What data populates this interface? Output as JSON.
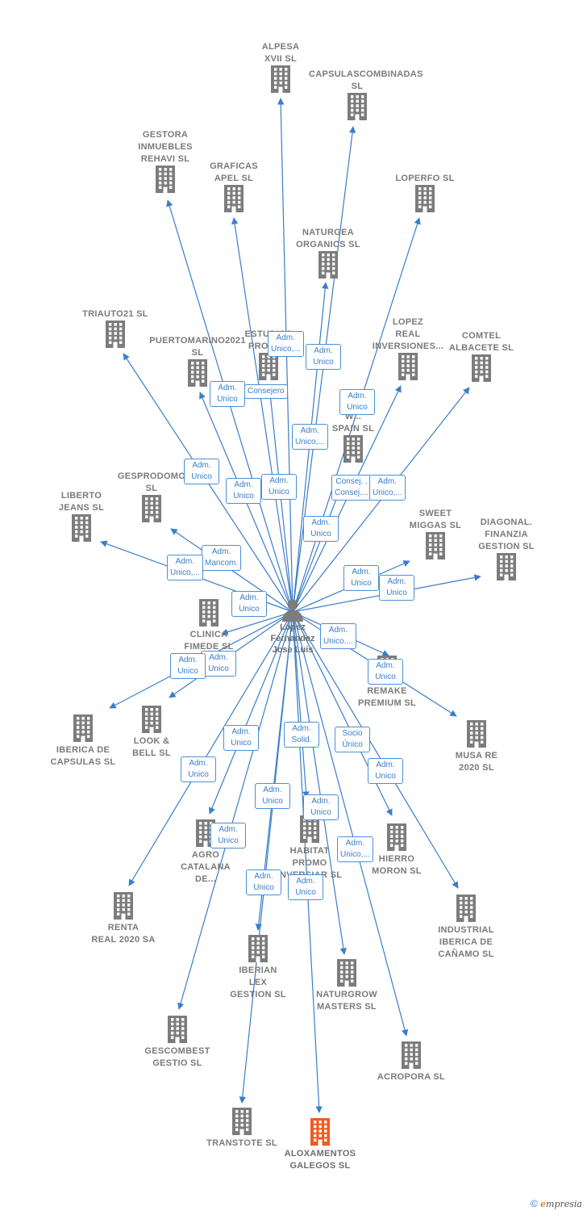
{
  "colors": {
    "edge": "#3a7dc9",
    "building": "#7c7c7c",
    "focus_building": "#f05a22",
    "person": "#7c7c7c"
  },
  "center_person": {
    "name": "Lopez\nFernandez\nJose Luis",
    "icon": "person-icon"
  },
  "companies": [
    {
      "id": "alpesa",
      "name": "ALPESA\nXVII  SL"
    },
    {
      "id": "capsulascombinadas",
      "name": "CAPSULASCOMBINADAS\nSL"
    },
    {
      "id": "gestora",
      "name": "GESTORA\nINMUEBLES\nREHAVI  SL"
    },
    {
      "id": "graficas",
      "name": "GRAFICAS\nAPEL SL"
    },
    {
      "id": "loperfo",
      "name": "LOPERFO  SL"
    },
    {
      "id": "naturgea",
      "name": "NATURGEA\nORGANICS  SL"
    },
    {
      "id": "triauto21",
      "name": "TRIAUTO21  SL"
    },
    {
      "id": "estudios",
      "name": "ESTUDIOS\nPROYE..."
    },
    {
      "id": "puertomarino",
      "name": "PUERTOMARINO2021\nSL"
    },
    {
      "id": "lopezreal",
      "name": "LOPEZ\nREAL\nINVERSIONES..."
    },
    {
      "id": "comtel",
      "name": "COMTEL\nALBACETE  SL"
    },
    {
      "id": "wspain",
      "name": "W...\nSPAIN  SL"
    },
    {
      "id": "gesprodomo",
      "name": "GESPRODOMO\nSL"
    },
    {
      "id": "liberto",
      "name": "LIBERTO\nJEANS  SL"
    },
    {
      "id": "sweet",
      "name": "SWEET\nMIGGAS  SL"
    },
    {
      "id": "diagonal",
      "name": "DIAGONAL.\nFINANZIA\nGESTION SL"
    },
    {
      "id": "clinica",
      "name": "CLINICA\nFIMEDE  SL"
    },
    {
      "id": "remake",
      "name": "REMAKE\nPREMIUM SL"
    },
    {
      "id": "iberica",
      "name": "IBERICA DE\nCAPSULAS  SL"
    },
    {
      "id": "look",
      "name": "LOOK &\nBELL  SL"
    },
    {
      "id": "musare",
      "name": "MUSA RE\n2020  SL"
    },
    {
      "id": "agro",
      "name": "AGRO\nCATALANA\nDE..."
    },
    {
      "id": "habitat",
      "name": "HABITAT\nPROMO\nINVERSIAR SL"
    },
    {
      "id": "hierro",
      "name": "HIERRO\nMORON  SL"
    },
    {
      "id": "renta",
      "name": "RENTA\nREAL 2020 SA"
    },
    {
      "id": "industrial",
      "name": "INDUSTRIAL\nIBERICA DE\nCAÑAMO  SL"
    },
    {
      "id": "iberianlex",
      "name": "IBERIAN\nLEX\nGESTION  SL"
    },
    {
      "id": "naturgrow",
      "name": "NATURGROW\nMASTERS  SL"
    },
    {
      "id": "gescombest",
      "name": "GESCOMBEST\nGESTIO SL"
    },
    {
      "id": "acropora",
      "name": "ACROPORA  SL"
    },
    {
      "id": "transtote",
      "name": "TRANSTOTE SL"
    },
    {
      "id": "aloxamentos",
      "name": "ALOXAMENTOS\nGALEGOS  SL",
      "focus": true
    }
  ],
  "roles": [
    {
      "id": "r-estudios",
      "label": "Adm.\nUnico,..."
    },
    {
      "id": "r-naturgea",
      "label": "Adm.\nUnico"
    },
    {
      "id": "r-puerto",
      "label": "Adm.\nUnico"
    },
    {
      "id": "r-consejero",
      "label": "Consejero"
    },
    {
      "id": "r-lopezreal",
      "label": "Adm.\nUnico"
    },
    {
      "id": "r-wspain",
      "label": "Adm.\nUnico,..."
    },
    {
      "id": "r-triauto",
      "label": "Adm.\nUnico"
    },
    {
      "id": "r-graficas",
      "label": "Adm.\nUnico"
    },
    {
      "id": "r-alpesa",
      "label": "Adm.\nUnico"
    },
    {
      "id": "r-consej",
      "label": "Consej. .\nConsej...."
    },
    {
      "id": "r-comtel",
      "label": "Adm.\nUnico,..."
    },
    {
      "id": "r-capsulas",
      "label": "Adm.\nUnico"
    },
    {
      "id": "r-mancom",
      "label": "Adm.\nMancom."
    },
    {
      "id": "r-liberto",
      "label": "Adm.\nUnico,..."
    },
    {
      "id": "r-sweet",
      "label": "Adm.\nUnico"
    },
    {
      "id": "r-diagonal",
      "label": "Adm.\nUnico"
    },
    {
      "id": "r-clinica",
      "label": "Adm.\nUnico"
    },
    {
      "id": "r-remake1",
      "label": "Adm.\nUnico...."
    },
    {
      "id": "r-look",
      "label": "Adm.\nUnico"
    },
    {
      "id": "r-iberica",
      "label": "Adm.\nUnico"
    },
    {
      "id": "r-musare",
      "label": "Adm.\nUnico"
    },
    {
      "id": "r-agro",
      "label": "Adm.\nUnico"
    },
    {
      "id": "r-solid",
      "label": "Adm.\nSolid."
    },
    {
      "id": "r-socio",
      "label": "Socio\nÚnico"
    },
    {
      "id": "r-hierro",
      "label": "Adm.\nUnico"
    },
    {
      "id": "r-renta",
      "label": "Adm.\nUnico"
    },
    {
      "id": "r-gescombest",
      "label": "Adm.\nUnico"
    },
    {
      "id": "r-habitat",
      "label": "Adm.\nUnico"
    },
    {
      "id": "r-agro2",
      "label": "Adm.\nUnico"
    },
    {
      "id": "r-acropora",
      "label": "Adm.\nUnico,..."
    },
    {
      "id": "r-transtote",
      "label": "Adm.\nUnico"
    },
    {
      "id": "r-aloxamentos",
      "label": "Adm.\nUnico"
    }
  ],
  "footer": {
    "copyright": "©",
    "brand_initial": "e",
    "brand_rest": "mpresia"
  }
}
